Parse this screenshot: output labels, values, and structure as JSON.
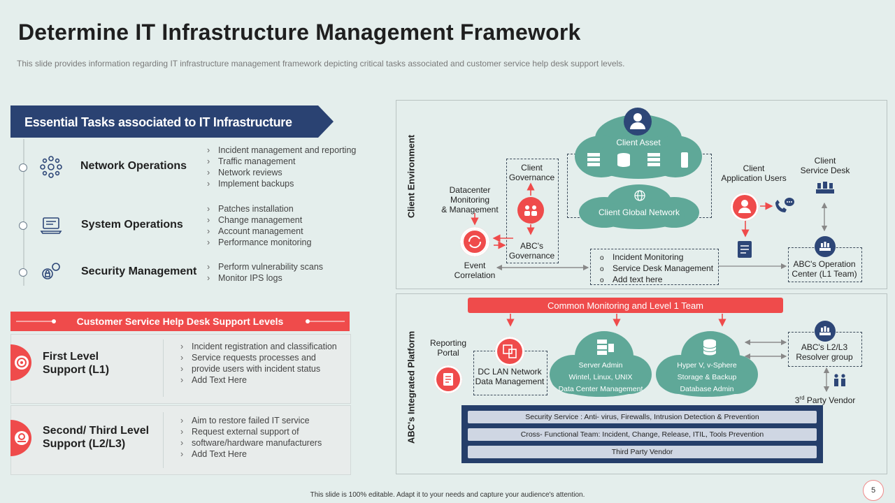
{
  "title": "Determine IT Infrastructure Management Framework",
  "subtitle": "This slide provides information regarding IT infrastructure management framework depicting critical tasks associated and customer service help desk support levels.",
  "tasks": {
    "header": "Essential Tasks associated to IT Infrastructure",
    "items": [
      {
        "name": "Network Operations",
        "icon": "network-icon",
        "bullets": [
          "Incident management and reporting",
          "Traffic management",
          "Network reviews",
          "Implement backups"
        ]
      },
      {
        "name": "System Operations",
        "icon": "laptop-icon",
        "bullets": [
          "Patches installation",
          "Change management",
          "Account management",
          "Performance monitoring"
        ]
      },
      {
        "name": "Security Management",
        "icon": "gears-lock-icon",
        "bullets": [
          "Perform vulnerability scans",
          "Monitor IPS logs"
        ]
      }
    ]
  },
  "helpdesk": {
    "header": "Customer Service Help Desk Support Levels",
    "levels": [
      {
        "name_line1": "First Level",
        "name_line2": "Support (L1)",
        "icon": "target-icon",
        "bullets": [
          "Incident registration and classification",
          "Service requests processes and",
          "provide users with incident status",
          "Add Text Here"
        ]
      },
      {
        "name_line1": "Second/ Third Level",
        "name_line2": "Support (L2/L3)",
        "icon": "gear-hand-icon",
        "bullets": [
          "Aim to restore failed IT service",
          "Request external support of",
          "software/hardware manufacturers",
          "Add Text Here"
        ]
      }
    ]
  },
  "client_env": {
    "label": "Client Environment",
    "client_asset": "Client Asset",
    "client_global_network": "Client Global Network",
    "client_governance": "Client Governance",
    "abc_governance": "ABC's Governance",
    "datacenter": [
      "Datacenter",
      "Monitoring",
      "& Management"
    ],
    "event_correlation": [
      "Event",
      "Correlation"
    ],
    "client_app_users": [
      "Client",
      "Application Users"
    ],
    "client_service_desk": [
      "Client",
      "Service Desk"
    ],
    "monitoring_list": [
      "Incident Monitoring",
      "Service Desk Management",
      "Add text here"
    ],
    "abc_operation_center": [
      "ABC's Operation",
      "Center (L1 Team)"
    ]
  },
  "platform": {
    "label": "ABC's Integrated Platform",
    "common_bar": "Common Monitoring and Level 1 Team",
    "reporting_portal": [
      "Reporting",
      "Portal"
    ],
    "dc_lan": [
      "DC LAN Network",
      "Data Management"
    ],
    "server_cloud": [
      "Server Admin",
      "Wintel, Linux, UNIX",
      "Data Center Management"
    ],
    "hyper_cloud": [
      "Hyper V, v-Sphere",
      "Storage & Backup",
      "Database Admin"
    ],
    "resolver": [
      "ABC's L2/L3",
      "Resolver group"
    ],
    "third_party_vendor_sup": "rd",
    "third_party_vendor_pre": "3",
    "third_party_vendor_post": " Party Vendor",
    "rows": [
      "Security Service : Anti- virus, Firewalls, Intrusion Detection & Prevention",
      "Cross- Functional Team: Incident, Change, Release, ITIL, Tools Prevention",
      "Third Party Vendor"
    ]
  },
  "footer": "This slide is 100% editable. Adapt it to your needs and capture your audience's attention.",
  "page_number": "5",
  "colors": {
    "navy": "#2d4677",
    "red": "#ef4b4b",
    "teal": "#5fa898",
    "background": "#e4eeec"
  }
}
